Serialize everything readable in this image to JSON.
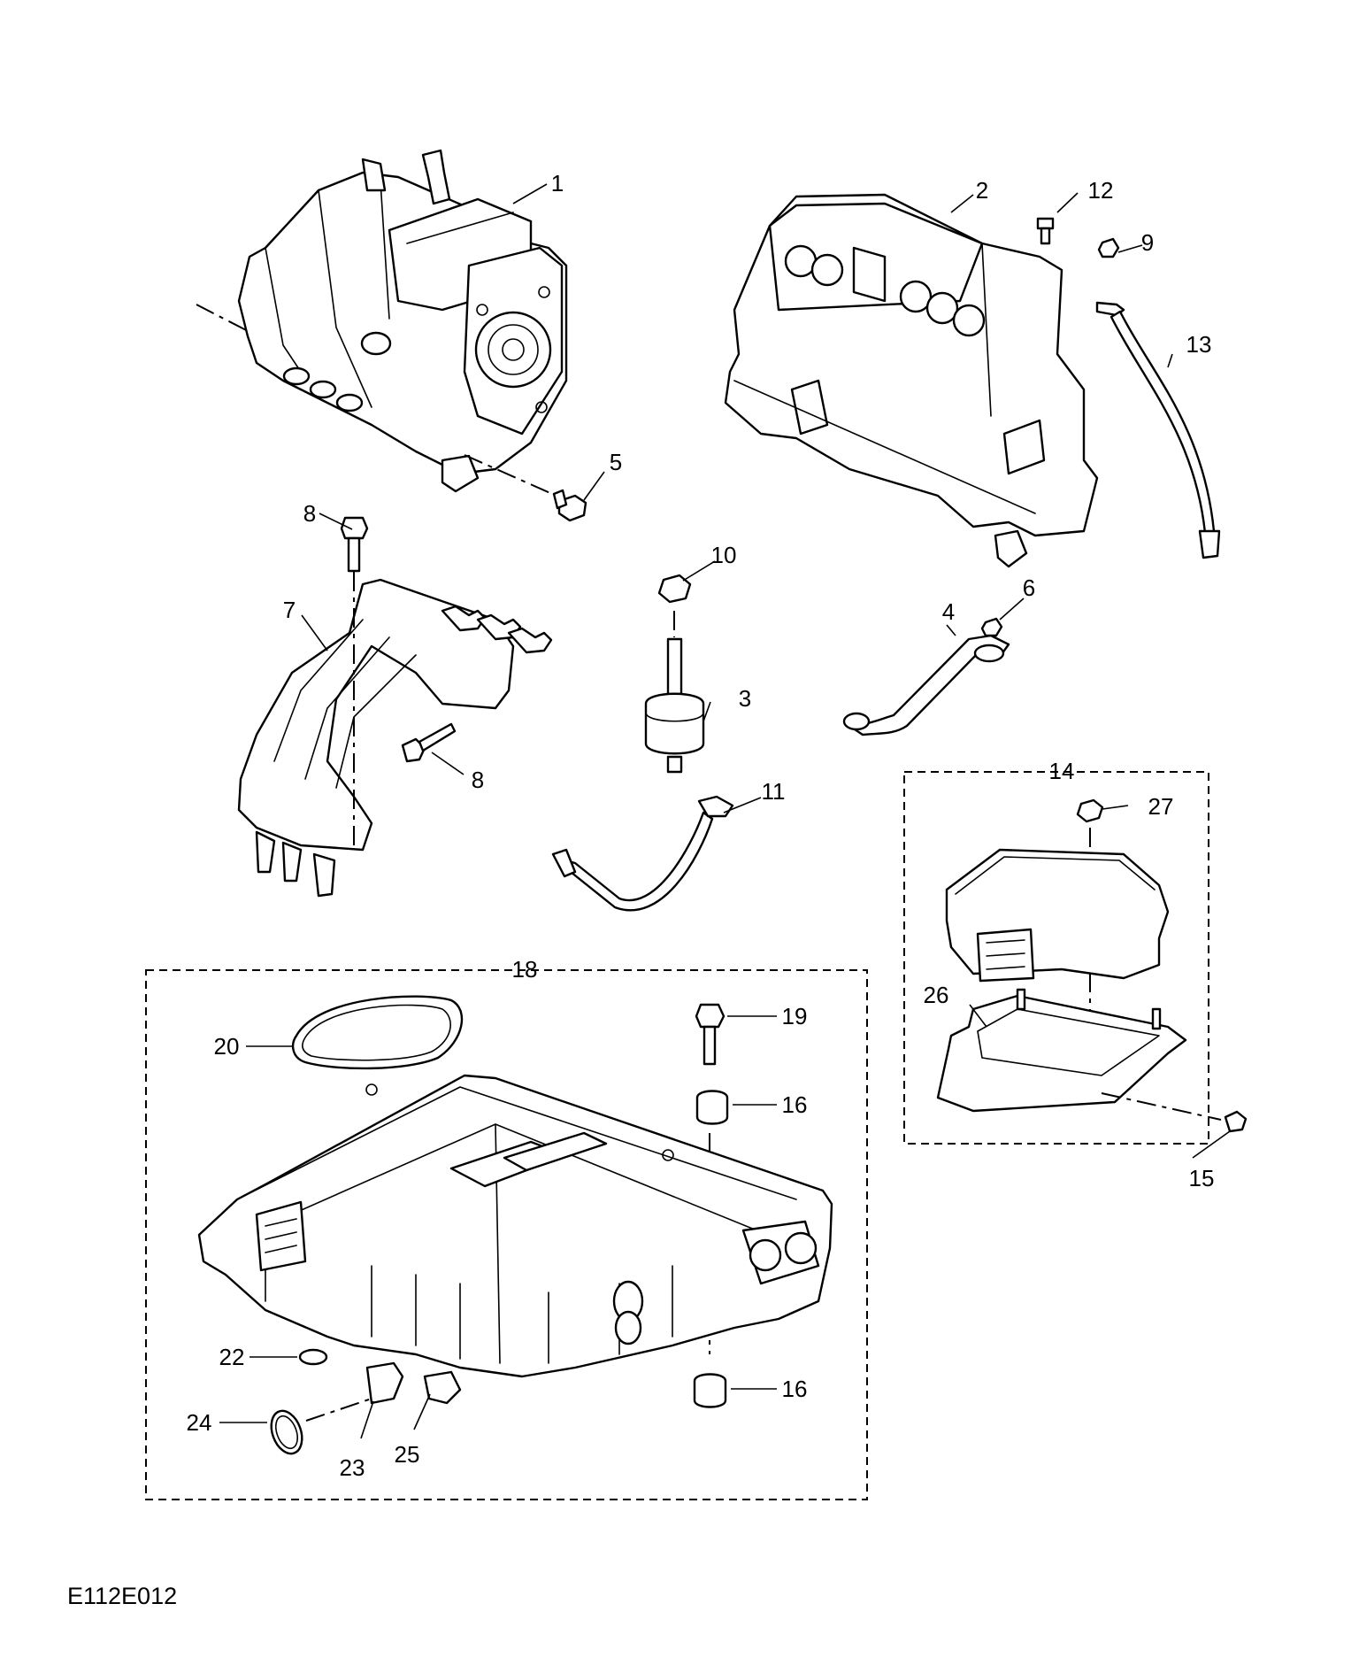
{
  "figure_code": "E112E012",
  "callouts": [
    "1",
    "2",
    "3",
    "4",
    "5",
    "6",
    "7",
    "8",
    "8",
    "9",
    "10",
    "11",
    "12",
    "13",
    "14",
    "15",
    "16",
    "16",
    "18",
    "19",
    "20",
    "22",
    "23",
    "24",
    "25",
    "26",
    "27"
  ]
}
